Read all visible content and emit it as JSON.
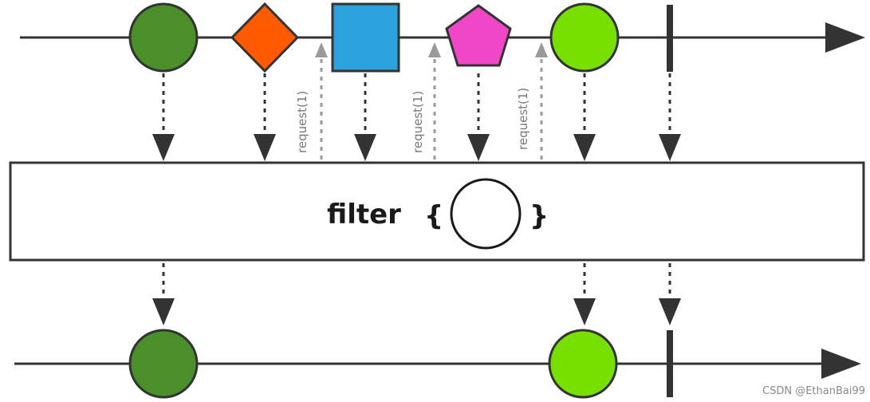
{
  "operator": {
    "name": "filter",
    "open_brace": "{",
    "close_brace": "}"
  },
  "request_label": "request(1)",
  "input_items": [
    {
      "shape": "circle",
      "color": "#4a8f2a"
    },
    {
      "shape": "diamond",
      "color": "#ff5a00"
    },
    {
      "shape": "square",
      "color": "#2aa3dd"
    },
    {
      "shape": "pentagon",
      "color": "#f046c8"
    },
    {
      "shape": "circle",
      "color": "#77e000"
    },
    {
      "shape": "complete"
    }
  ],
  "output_items": [
    {
      "shape": "circle",
      "color": "#4a8f2a"
    },
    {
      "shape": "circle",
      "color": "#77e000"
    },
    {
      "shape": "complete"
    }
  ],
  "colors": {
    "line": "#333333",
    "request_arrow": "#9a9a9a"
  },
  "watermark": "CSDN @EthanBai99"
}
